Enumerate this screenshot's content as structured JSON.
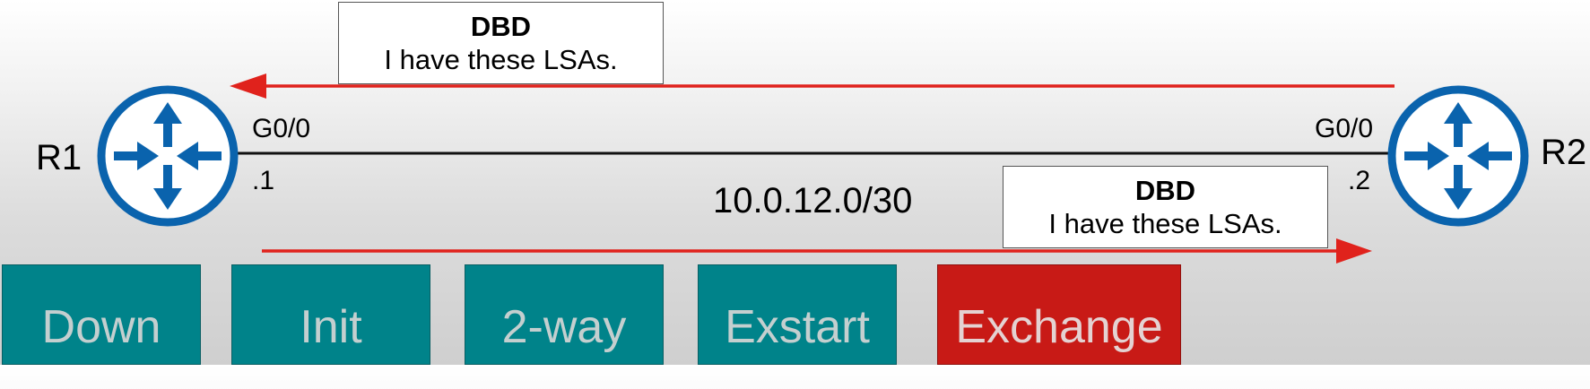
{
  "routers": {
    "r1": {
      "name": "R1",
      "interface": "G0/0",
      "ip_suffix": ".1"
    },
    "r2": {
      "name": "R2",
      "interface": "G0/0",
      "ip_suffix": ".2"
    }
  },
  "link": {
    "network": "10.0.12.0/30"
  },
  "messages": {
    "r2_to_r1": {
      "title": "DBD",
      "body": "I have these LSAs."
    },
    "r1_to_r2": {
      "title": "DBD",
      "body": "I have these LSAs."
    }
  },
  "states": [
    {
      "label": "Down",
      "active": false
    },
    {
      "label": "Init",
      "active": false
    },
    {
      "label": "2-way",
      "active": false
    },
    {
      "label": "Exstart",
      "active": false
    },
    {
      "label": "Exchange",
      "active": true
    }
  ],
  "colors": {
    "router": "#0a63ad",
    "arrow": "#e0221c",
    "state_inactive": "#00838a",
    "state_active": "#c81a16"
  },
  "icons": {
    "router": "router-icon"
  }
}
